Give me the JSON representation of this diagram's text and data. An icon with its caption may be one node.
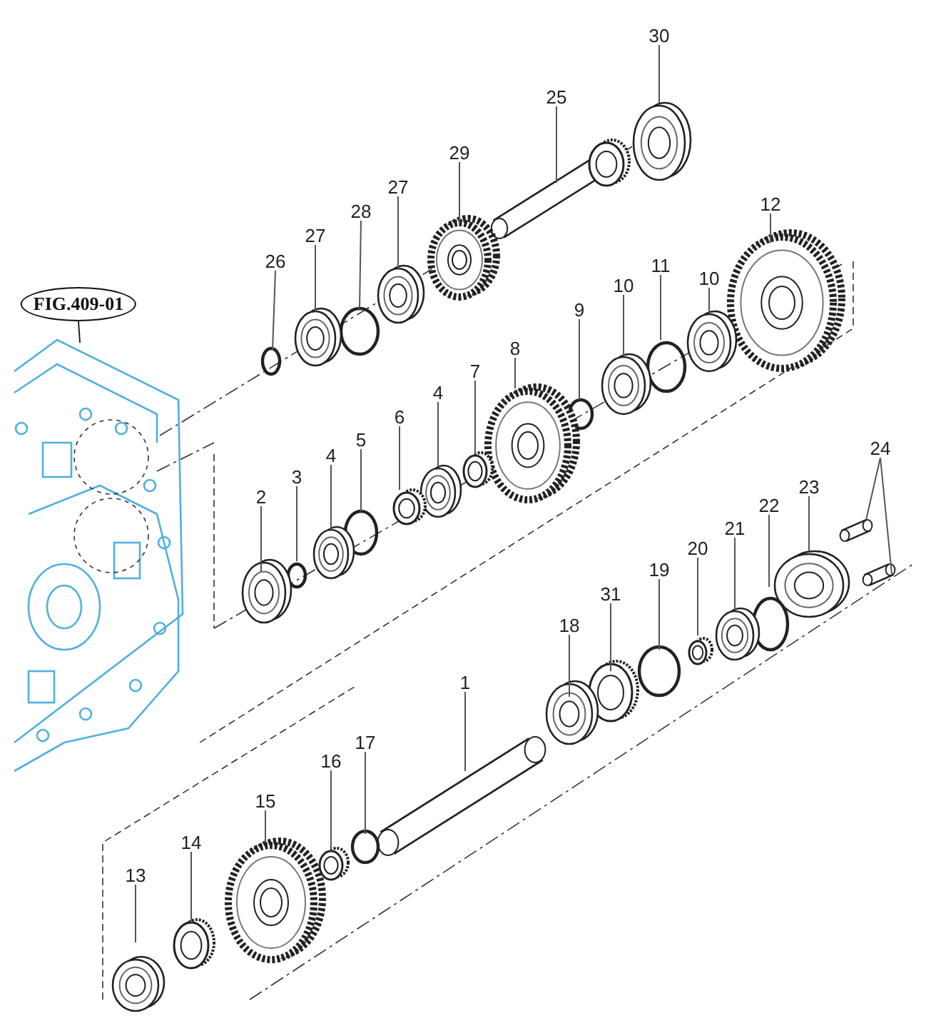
{
  "diagram": {
    "nodes": [
      {
        "text": [
          "30"
        ]
      },
      {
        "text": [
          "25"
        ]
      },
      {
        "text": [
          "29"
        ]
      },
      {
        "text": [
          "27"
        ]
      },
      {
        "text": [
          "12"
        ]
      },
      {
        "text": [
          "28"
        ]
      },
      {
        "text": [
          "27"
        ]
      },
      {
        "text": [
          "26"
        ]
      },
      {
        "text": [
          "11"
        ]
      },
      {
        "text": [
          "10"
        ]
      },
      {
        "text": [
          "10"
        ]
      },
      {
        "text": [
          "FIG.409-01"
        ]
      },
      {
        "text": [
          "9"
        ]
      },
      {
        "text": [
          "8"
        ]
      },
      {
        "text": [
          "7"
        ]
      },
      {
        "text": [
          "4"
        ]
      },
      {
        "text": [
          "6"
        ]
      },
      {
        "text": [
          "5"
        ]
      },
      {
        "text": [
          "24"
        ]
      },
      {
        "text": [
          "4"
        ]
      },
      {
        "text": [
          "3"
        ]
      },
      {
        "text": [
          "23"
        ]
      },
      {
        "text": [
          "2"
        ]
      },
      {
        "text": [
          "22"
        ]
      },
      {
        "text": [
          "21"
        ]
      },
      {
        "text": [
          "20"
        ]
      },
      {
        "text": [
          "19"
        ]
      },
      {
        "text": [
          "31"
        ]
      },
      {
        "text": [
          "18"
        ]
      },
      {
        "text": [
          "1"
        ]
      },
      {
        "text": [
          "17"
        ]
      },
      {
        "text": [
          "16"
        ]
      },
      {
        "text": [
          "15"
        ]
      },
      {
        "text": [
          "14"
        ]
      },
      {
        "text": [
          "13"
        ]
      }
    ],
    "edges": [
      {
        "from": 0,
        "to": null,
        "arrow": "none"
      },
      {
        "from": 1,
        "to": null,
        "arrow": "none"
      },
      {
        "from": 2,
        "to": null,
        "arrow": "none"
      },
      {
        "from": 3,
        "to": null,
        "arrow": "none"
      },
      {
        "from": 4,
        "to": null,
        "arrow": "none"
      },
      {
        "from": 5,
        "to": null,
        "arrow": "none"
      },
      {
        "from": 6,
        "to": null,
        "arrow": "none"
      },
      {
        "from": 7,
        "to": null,
        "arrow": "none"
      },
      {
        "from": 8,
        "to": null,
        "arrow": "none"
      },
      {
        "from": 9,
        "to": null,
        "arrow": "none"
      },
      {
        "from": 10,
        "to": null,
        "arrow": "none"
      },
      {
        "from": 11,
        "to": null,
        "arrow": "none"
      },
      {
        "from": 12,
        "to": null,
        "arrow": "none"
      },
      {
        "from": 13,
        "to": null,
        "arrow": "none"
      },
      {
        "from": 14,
        "to": null,
        "arrow": "none"
      },
      {
        "from": 15,
        "to": null,
        "arrow": "none"
      },
      {
        "from": 16,
        "to": null,
        "arrow": "none"
      },
      {
        "from": 17,
        "to": null,
        "arrow": "none"
      },
      {
        "from": 18,
        "to": null,
        "arrow": "none"
      },
      {
        "from": 19,
        "to": null,
        "arrow": "none"
      },
      {
        "from": 20,
        "to": null,
        "arrow": "none"
      },
      {
        "from": 21,
        "to": null,
        "arrow": "none"
      },
      {
        "from": 22,
        "to": null,
        "arrow": "none"
      },
      {
        "from": 23,
        "to": null,
        "arrow": "none"
      },
      {
        "from": 24,
        "to": null,
        "arrow": "none"
      },
      {
        "from": 25,
        "to": null,
        "arrow": "none"
      },
      {
        "from": 26,
        "to": null,
        "arrow": "none"
      },
      {
        "from": 27,
        "to": null,
        "arrow": "none"
      },
      {
        "from": 28,
        "to": null,
        "arrow": "none"
      },
      {
        "from": 29,
        "to": null,
        "arrow": "none"
      },
      {
        "from": 30,
        "to": null,
        "arrow": "none"
      },
      {
        "from": 31,
        "to": null,
        "arrow": "none"
      },
      {
        "from": 32,
        "to": null,
        "arrow": "none"
      },
      {
        "from": 33,
        "to": null,
        "arrow": "none"
      },
      {
        "from": 34,
        "to": null,
        "arrow": "none"
      },
      {
        "from": 18,
        "to": null,
        "arrow": "none"
      }
    ]
  }
}
